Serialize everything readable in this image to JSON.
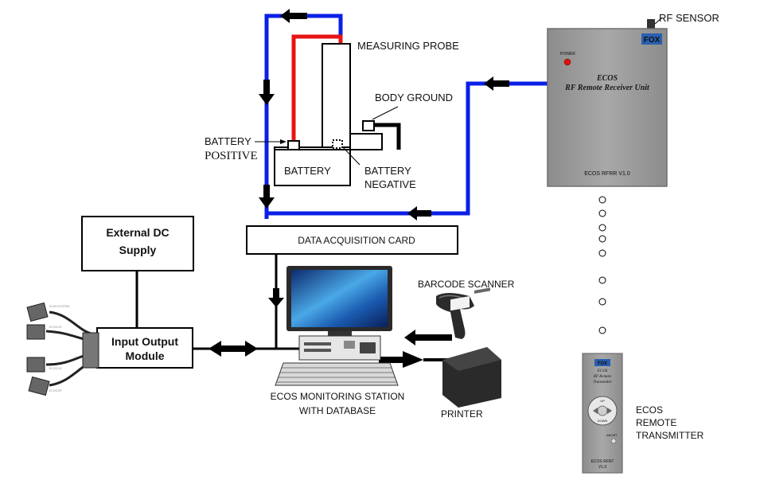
{
  "labels": {
    "rf_sensor": "RF SENSOR",
    "measuring_probe": "MEASURING PROBE",
    "body_ground": "BODY GROUND",
    "battery_pos_1": "BATTERY",
    "battery_pos_2": "POSITIVE",
    "battery": "BATTERY",
    "battery_neg_1": "BATTERY",
    "battery_neg_2": "NEGATIVE",
    "external_dc_1": "External DC",
    "external_dc_2": "Supply",
    "daq": "DATA ACQUISITION CARD",
    "io_1": "Input Output",
    "io_2": "Module",
    "barcode": "BARCODE SCANNER",
    "station_1": "ECOS MONITORING STATION",
    "station_2": "WITH DATABASE",
    "printer": "PRINTER",
    "remote_1": "ECOS",
    "remote_2": "REMOTE",
    "remote_3": "TRANSMITTER"
  },
  "receiver": {
    "brand": "FOX",
    "power": "POWER",
    "title_1": "ECOS",
    "title_2": "RF Remote Receiver Unit",
    "footer": "ECOS RFRR V1.0"
  },
  "transmitter": {
    "brand": "FOX",
    "title_1": "ECOS",
    "title_2": "RF Remote",
    "title_3": "Transmitter",
    "up": "UP",
    "down": "DOWN",
    "abort": "ABORT",
    "footer_1": "ECOS RFRT",
    "footer_2": "V1.0"
  },
  "colors": {
    "blue_wire": "#0a1fe6",
    "red_wire": "#e61414",
    "device_gray": "#9a9a9a"
  }
}
